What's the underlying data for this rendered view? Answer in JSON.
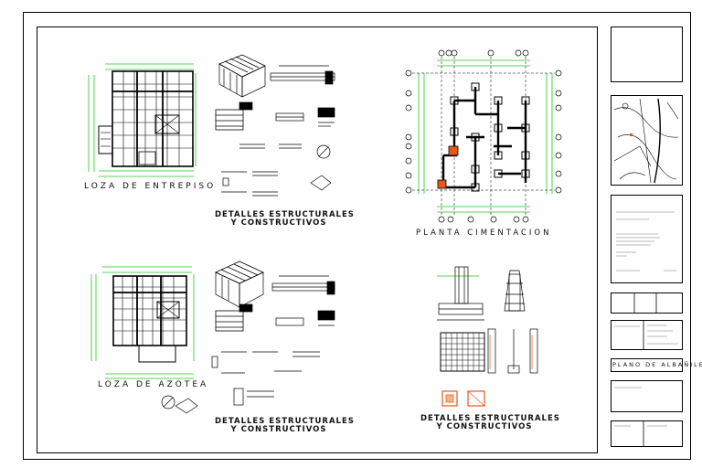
{
  "sheet": {
    "drawings": {
      "loza_entrepiso": "LOZA DE ENTREPISO",
      "loza_azotea": "LOZA DE AZOTEA",
      "planta_cimentacion": "PLANTA CIMENTACION",
      "detalles_1_line1": "DETALLES ESTRUCTURALES",
      "detalles_1_line2": "Y CONSTRUCTIVOS",
      "detalles_2_line1": "DETALLES ESTRUCTURALES",
      "detalles_2_line2": "Y CONSTRUCTIVOS",
      "detalles_3_line1": "DETALLES ESTRUCTURALES",
      "detalles_3_line2": "Y CONSTRUCTIVOS"
    },
    "title_block": {
      "plan_title": "PLANO DE ALBAÑILERIA"
    },
    "colors": {
      "dimension_green": "#1ec81e",
      "highlight_orange": "#e8561a",
      "line_black": "#000000"
    }
  }
}
